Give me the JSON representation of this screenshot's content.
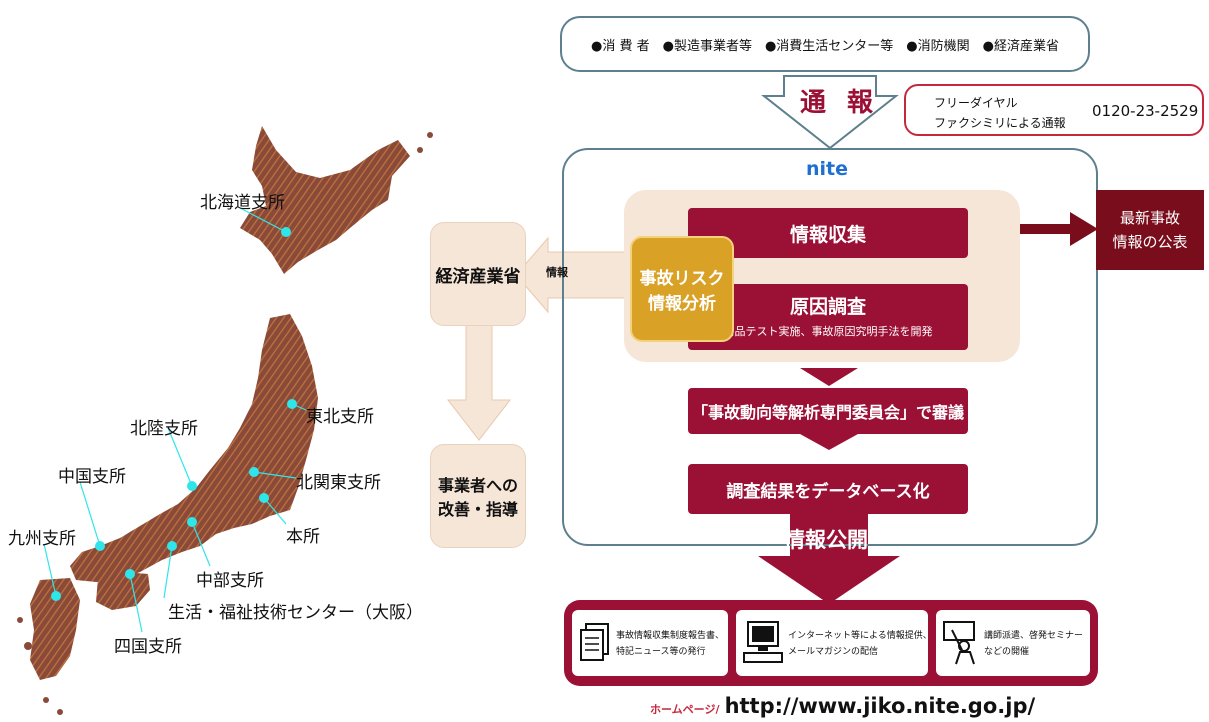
{
  "map": {
    "offices": [
      {
        "label": "北海道支所"
      },
      {
        "label": "東北支所"
      },
      {
        "label": "北陸支所"
      },
      {
        "label": "北関東支所"
      },
      {
        "label": "中国支所"
      },
      {
        "label": "本所"
      },
      {
        "label": "九州支所"
      },
      {
        "label": "中部支所"
      },
      {
        "label": "生活・福祉技術センター（大阪）"
      },
      {
        "label": "四国支所"
      }
    ]
  },
  "flow": {
    "sources": "●消 費 者　●製造事業者等　●消費生活センター等　●消防機関　●経済産業省",
    "report_label": "通 報",
    "freedial": {
      "line1": "フリーダイヤル",
      "line2": "ファクシミリによる通報",
      "number": "0120-23-2529"
    },
    "nite_label": "nite",
    "collect": "情報収集",
    "risk": {
      "line1": "事故リスク",
      "line2": "情報分析"
    },
    "cause": {
      "title": "原因調査",
      "sub": "商品テスト実施、事故原因究明手法を開発"
    },
    "meti": "経済産業省",
    "info_label": "情報",
    "improve": {
      "line1": "事業者への",
      "line2": "改善・指導"
    },
    "latest": {
      "line1": "最新事故",
      "line2": "情報の公表"
    },
    "committee": "「事故動向等解析専門委員会」で審議",
    "database": "調査結果をデータベース化",
    "publish": "情報公開",
    "outputs": [
      {
        "icon": "document-icon",
        "line1": "事故情報収集制度報告書、",
        "line2": "特記ニュース等の発行"
      },
      {
        "icon": "computer-icon",
        "line1": "インターネット等による情報提供、",
        "line2": "メールマガジンの配信"
      },
      {
        "icon": "lecturer-icon",
        "line1": "講師派遣、啓発セミナー",
        "line2": "などの開催"
      }
    ],
    "homepage_label": "ホームページ/",
    "homepage_url": "http://www.jiko.nite.go.jp/"
  },
  "colors": {
    "crimson": "#9b1035",
    "beige": "#f6e6d7",
    "gold": "#d9a227",
    "cyan": "#2ee6ea",
    "map_brown": "#8a4a3a",
    "frame": "#5d7f8e"
  }
}
